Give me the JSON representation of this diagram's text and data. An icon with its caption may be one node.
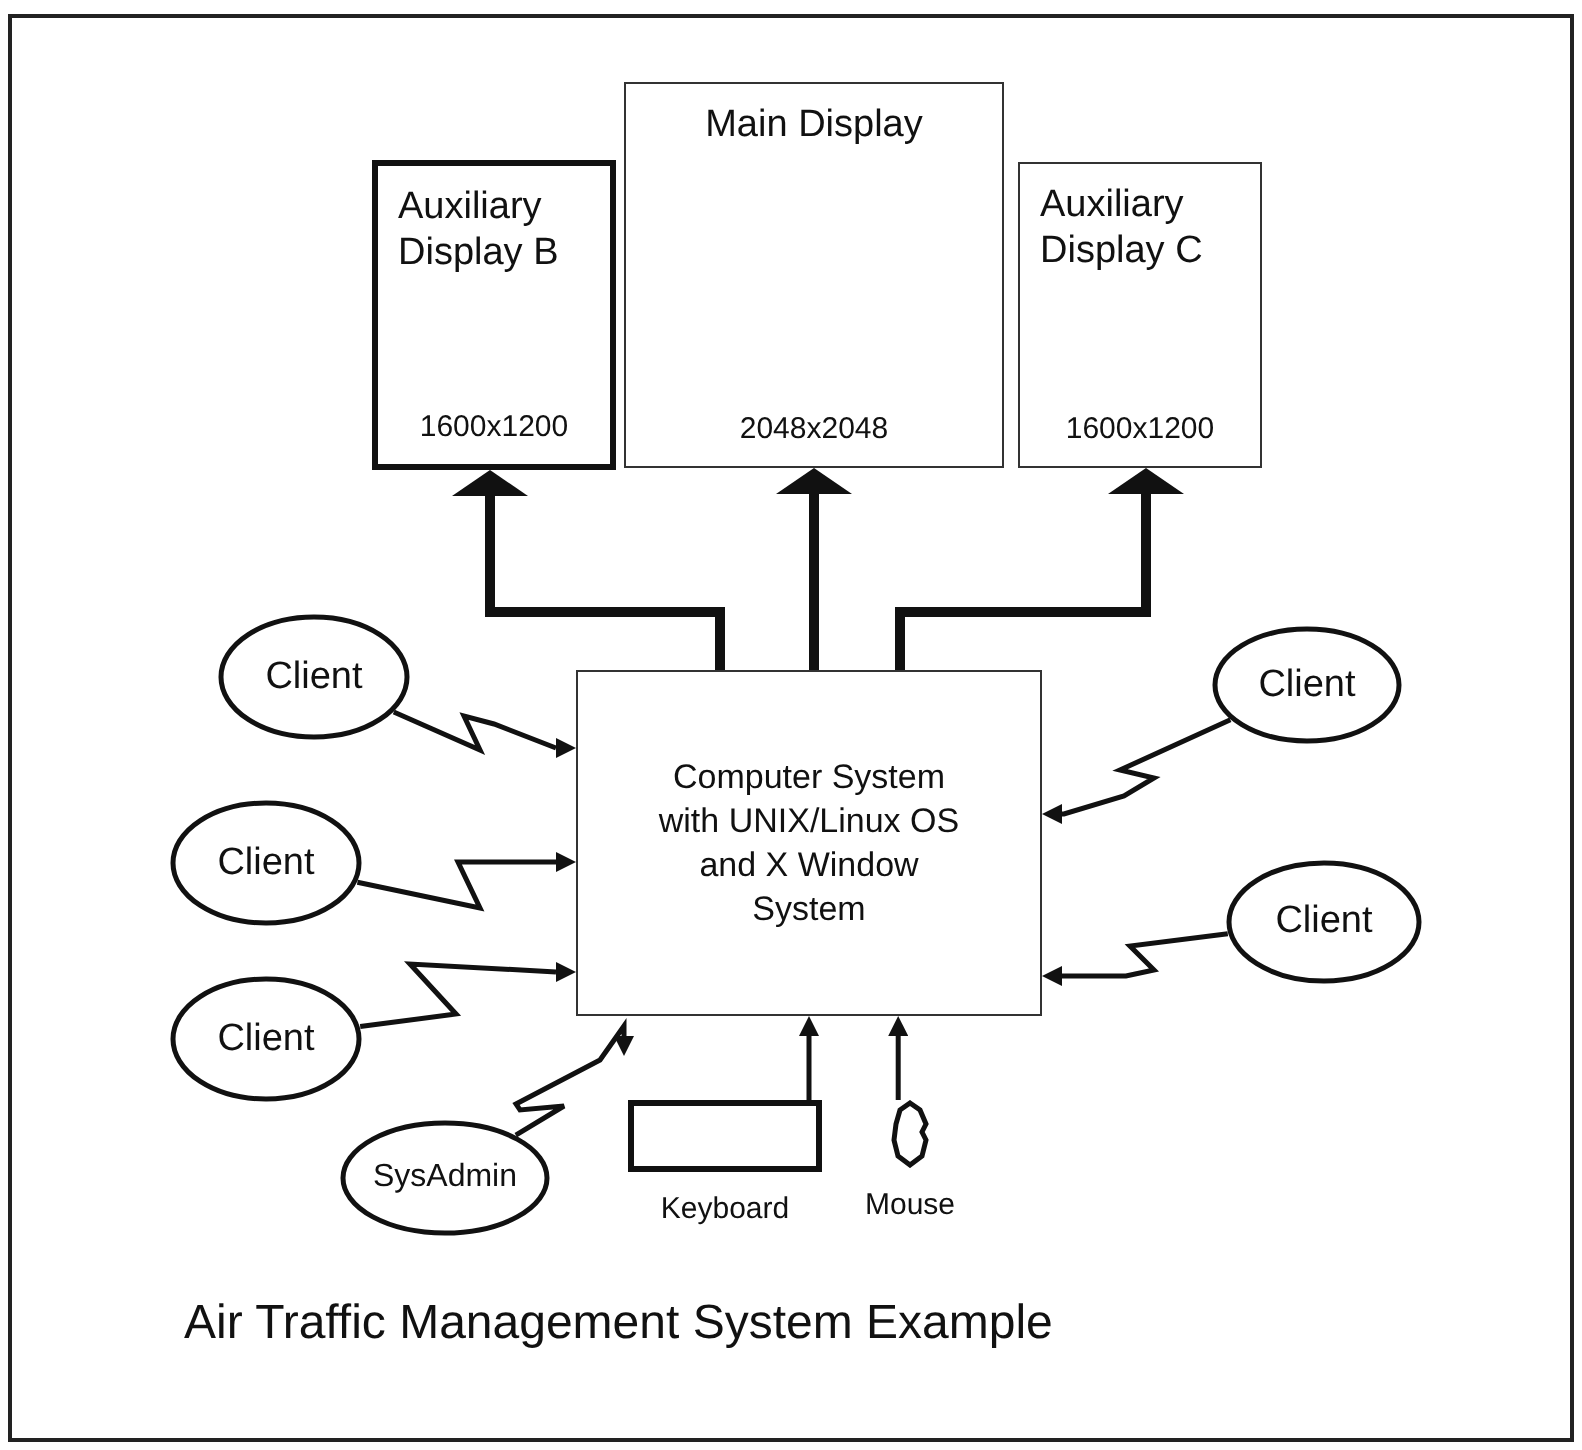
{
  "diagram": {
    "title": "Air Traffic Management System Example",
    "nodes": [
      {
        "text": [
          "Auxiliary Display B",
          "1600x1200"
        ]
      },
      {
        "text": [
          "Main Display",
          "2048x2048"
        ]
      },
      {
        "text": [
          "Auxiliary Display C",
          "1600x1200"
        ]
      },
      {
        "text": [
          "Client"
        ]
      },
      {
        "text": [
          "Client"
        ]
      },
      {
        "text": [
          "Computer System with UNIX/Linux OS and X Window System"
        ]
      },
      {
        "text": [
          "Client"
        ]
      },
      {
        "text": [
          "Client"
        ]
      },
      {
        "text": [
          "Client"
        ]
      },
      {
        "text": [
          "SysAdmin"
        ]
      },
      {
        "text": [
          "Keyboard"
        ]
      },
      {
        "text": [
          "Mouse"
        ]
      }
    ],
    "edges": [
      {
        "from": 5,
        "to": 0,
        "arrow": "to",
        "style": "thick"
      },
      {
        "from": 5,
        "to": 1,
        "arrow": "to",
        "style": "thick"
      },
      {
        "from": 5,
        "to": 2,
        "arrow": "to",
        "style": "thick"
      },
      {
        "from": 3,
        "to": 5,
        "arrow": "to"
      },
      {
        "from": 4,
        "to": 5,
        "arrow": "to"
      },
      {
        "from": 6,
        "to": 5,
        "arrow": "to"
      },
      {
        "from": 7,
        "to": 5,
        "arrow": "to"
      },
      {
        "from": 8,
        "to": 5,
        "arrow": "to"
      },
      {
        "from": 9,
        "to": 5,
        "arrow": "to"
      },
      {
        "from": 10,
        "to": 5,
        "arrow": "to"
      },
      {
        "from": 11,
        "to": 5,
        "arrow": "to"
      }
    ]
  }
}
